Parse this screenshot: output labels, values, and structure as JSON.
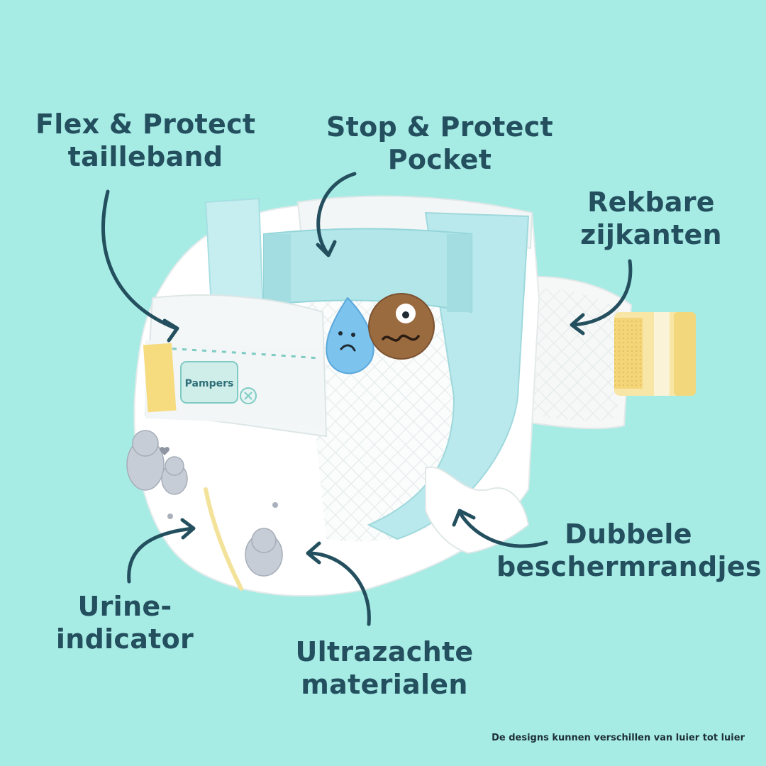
{
  "background_color": "#a6ece5",
  "label_color": "#244f5e",
  "labels": {
    "flex": {
      "line1": "Flex & Protect",
      "line2": "tailleband"
    },
    "stop": {
      "line1": "Stop & Protect",
      "line2": "Pocket"
    },
    "rekbare": {
      "line1": "Rekbare",
      "line2": "zijkanten"
    },
    "dubbele": {
      "line1": "Dubbele",
      "line2": "beschermrandjes"
    },
    "urine": {
      "line1": "Urine-",
      "line2": "indicator"
    },
    "ultra": {
      "line1": "Ultrazachte",
      "line2": "materialen"
    }
  },
  "brand": {
    "logo_text": "Pampers"
  },
  "disclaimer": "De designs kunnen verschillen van luier tot luier"
}
